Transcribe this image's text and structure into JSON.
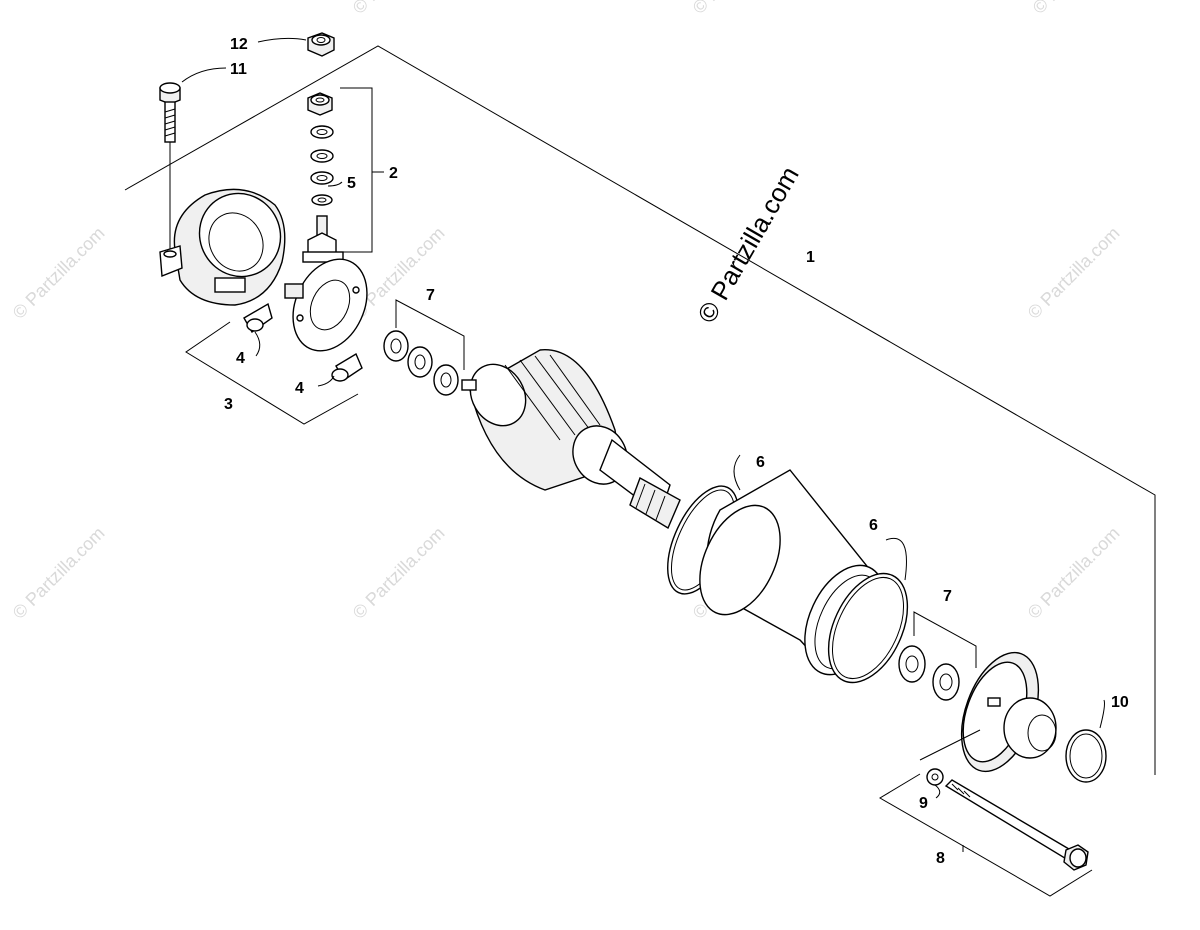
{
  "watermark": {
    "text": "© Partzilla.com",
    "color": "#d9d9d9"
  },
  "brand": {
    "text": "© Partzilla.com",
    "color": "#000000"
  },
  "callouts": {
    "c1": "1",
    "c2": "2",
    "c3": "3",
    "c4a": "4",
    "c4b": "4",
    "c5": "5",
    "c6a": "6",
    "c6b": "6",
    "c7a": "7",
    "c7b": "7",
    "c8": "8",
    "c9": "9",
    "c10": "10",
    "c11": "11",
    "c12": "12"
  },
  "icons": {
    "nut": "hex-nut-icon",
    "washer": "washer-icon",
    "bolt": "flange-bolt-icon",
    "ring": "o-ring-icon",
    "armature": "armature-icon",
    "yoke": "motor-yoke-icon"
  }
}
